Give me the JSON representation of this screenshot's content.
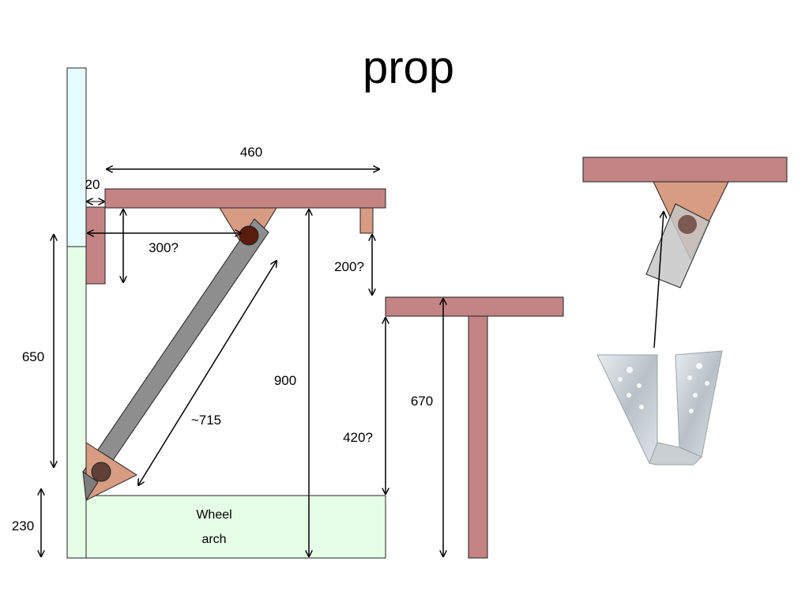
{
  "title": "prop",
  "dimensions": {
    "d460": "460",
    "d20": "20",
    "d300": "300?",
    "d200": "200?",
    "d650": "650",
    "d900": "900",
    "d715": "~715",
    "d420": "420?",
    "d670": "670",
    "d230": "230"
  },
  "wheel_arch": {
    "line1": "Wheel",
    "line2": "arch"
  },
  "colors": {
    "timber": "#c48484",
    "bracket": "#d79c82",
    "leg": "#8e8e8e",
    "wall_upper": "#e6fdff",
    "wall_lower": "#e6fde6",
    "pivot": "#5a1c0c"
  }
}
